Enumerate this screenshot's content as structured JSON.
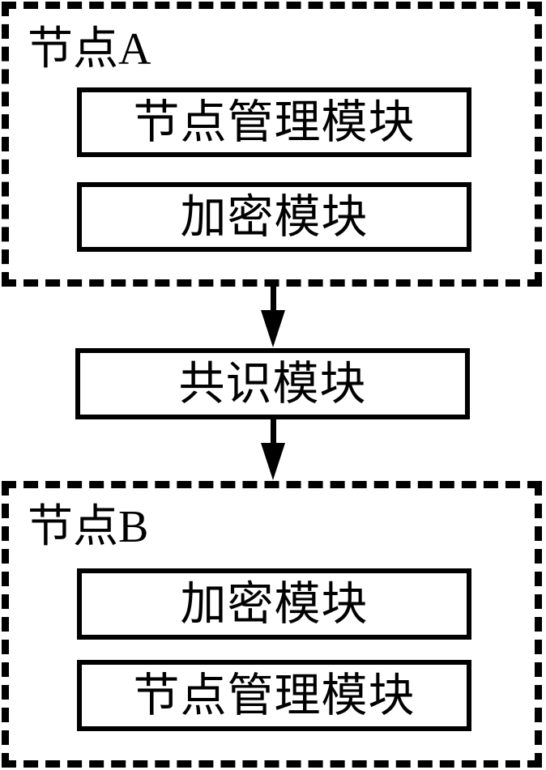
{
  "node_a": {
    "label": "节点A",
    "modules": [
      "节点管理模块",
      "加密模块"
    ]
  },
  "consensus": {
    "label": "共识模块"
  },
  "node_b": {
    "label": "节点B",
    "modules": [
      "加密模块",
      "节点管理模块"
    ]
  },
  "icons": {
    "arrow_1": "arrow-down-icon",
    "arrow_2": "arrow-down-icon"
  },
  "colors": {
    "line": "#000000",
    "background": "#ffffff"
  }
}
